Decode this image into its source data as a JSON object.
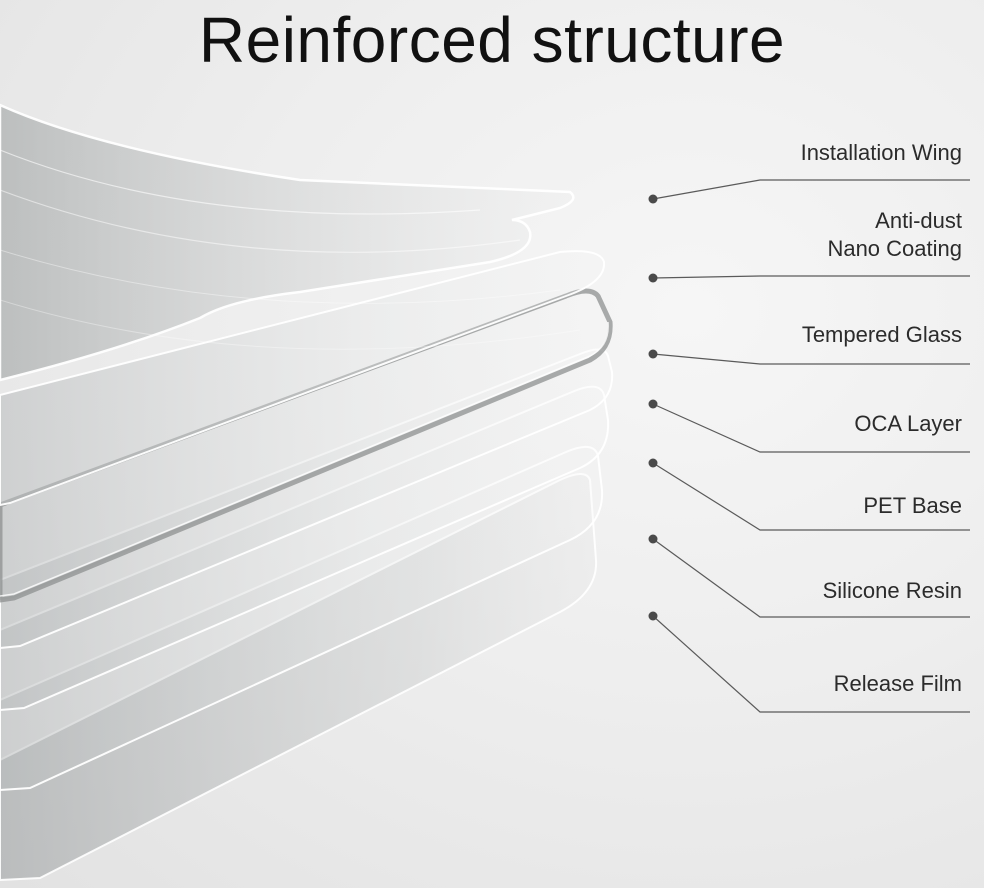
{
  "title": "Reinforced structure",
  "layers": [
    {
      "label": "Installation Wing"
    },
    {
      "label": "Anti-dust",
      "label2": "Nano Coating"
    },
    {
      "label": "Tempered Glass"
    },
    {
      "label": "OCA Layer"
    },
    {
      "label": "PET Base"
    },
    {
      "label": "Silicone Resin"
    },
    {
      "label": "Release Film"
    }
  ]
}
